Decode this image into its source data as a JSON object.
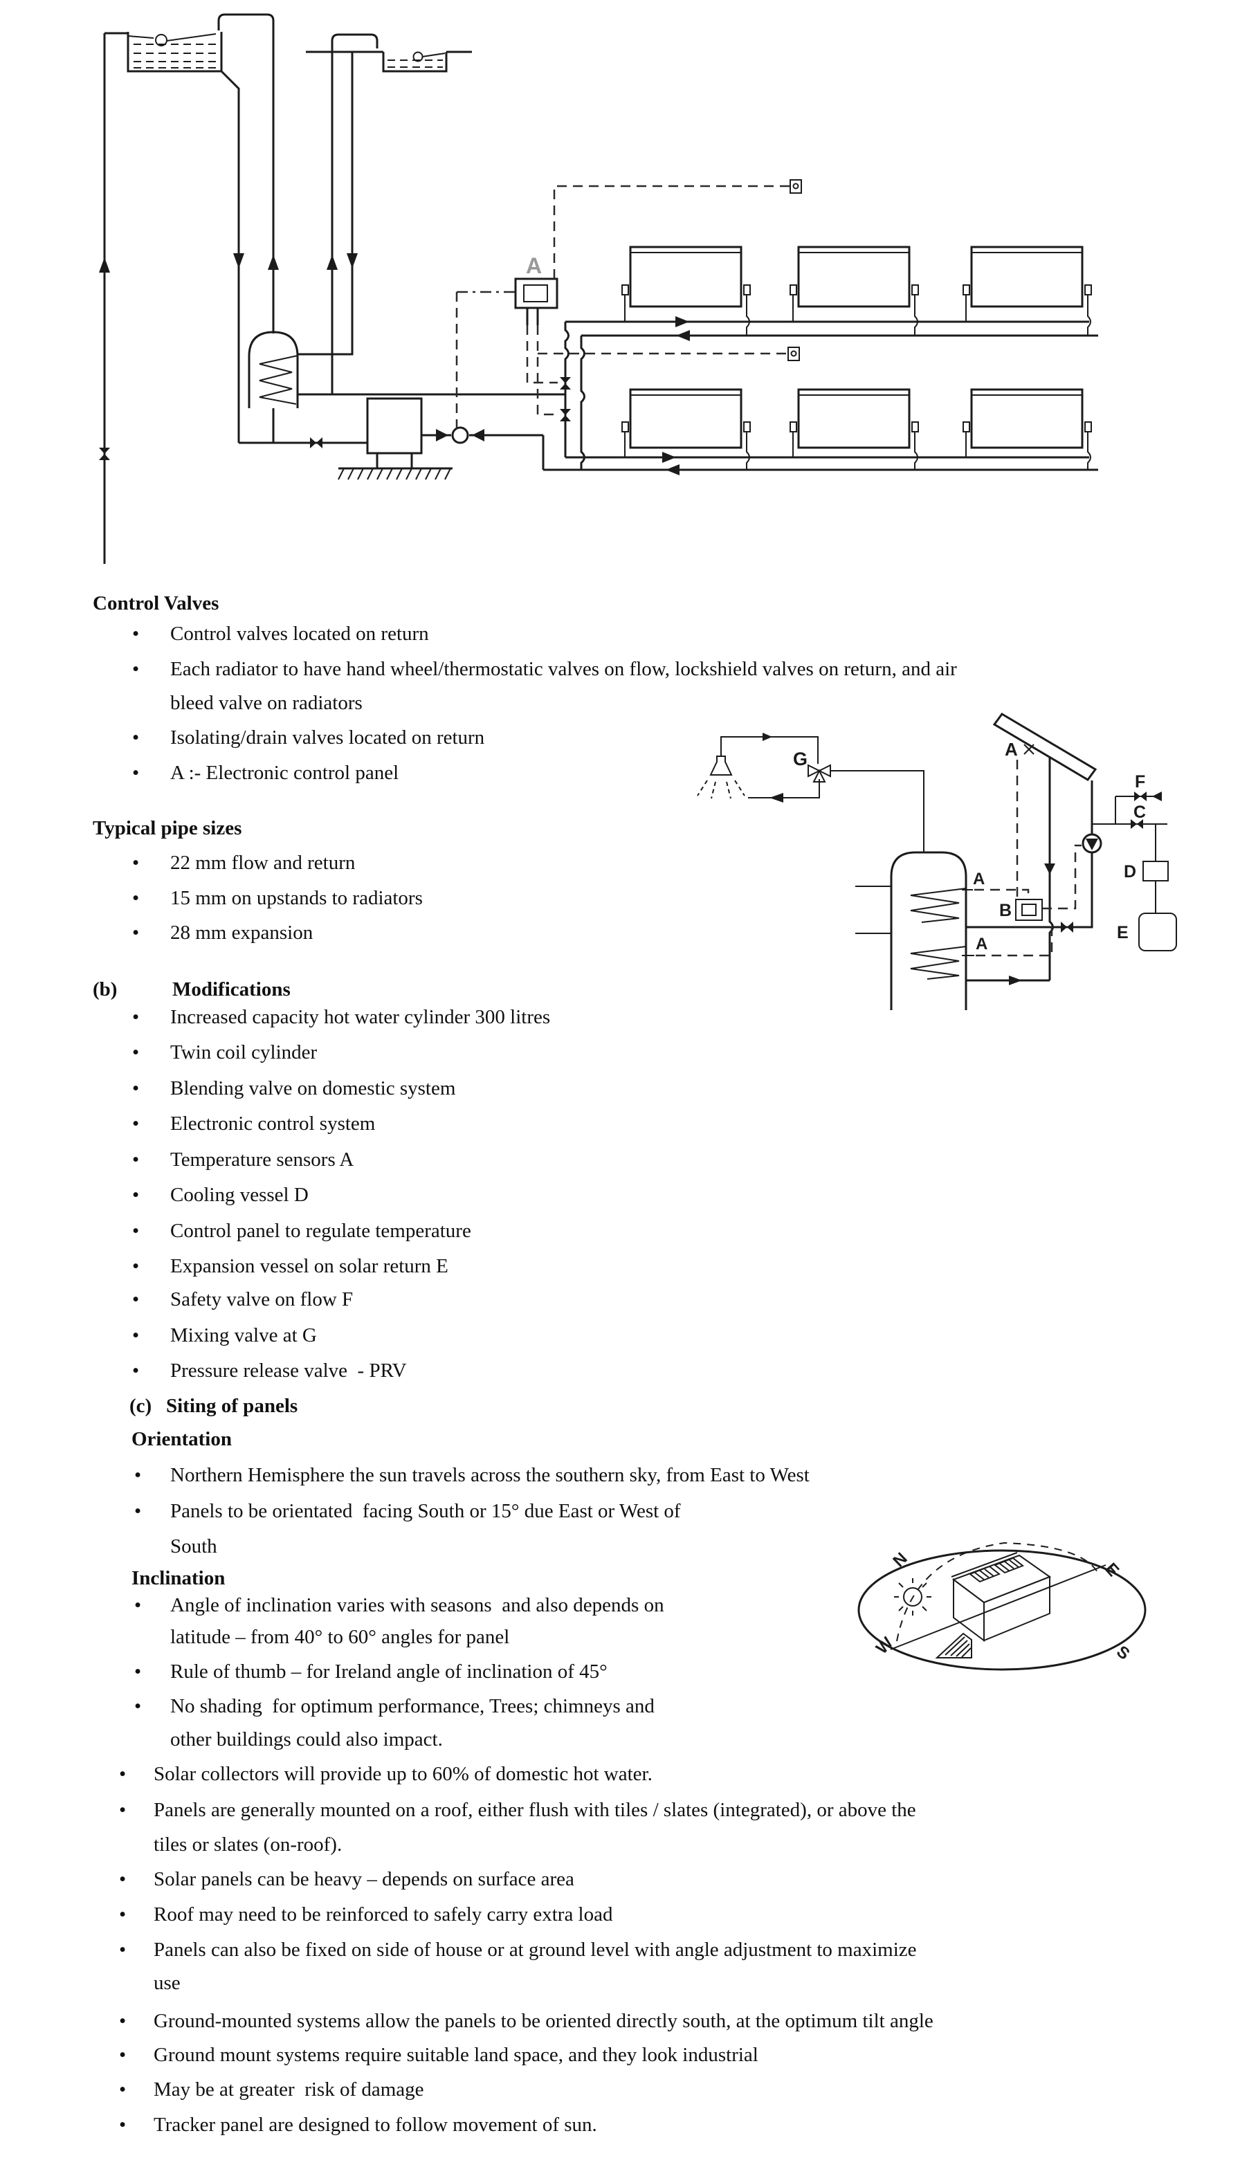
{
  "bullet_char": "•",
  "content": {
    "control_valves": {
      "heading": "Control Valves",
      "items": [
        [
          "Control valves located on return"
        ],
        [
          "Each radiator to have hand wheel/thermostatic valves on flow, lockshield valves on return, and air",
          "bleed valve on radiators"
        ],
        [
          "Isolating/drain valves located on return"
        ],
        [
          "A :- Electronic control panel"
        ]
      ]
    },
    "typical_pipe_sizes": {
      "heading": "Typical pipe sizes",
      "items": [
        [
          "22 mm flow and return"
        ],
        [
          "15 mm on upstands to radiators"
        ],
        [
          "28 mm expansion"
        ]
      ]
    },
    "modifications": {
      "label": "(b)",
      "heading": "Modifications",
      "items": [
        [
          "Increased capacity hot water cylinder 300 litres"
        ],
        [
          "Twin coil cylinder"
        ],
        [
          "Blending valve on domestic system"
        ],
        [
          "Electronic control system"
        ],
        [
          "Temperature sensors A"
        ],
        [
          "Cooling vessel D"
        ],
        [
          "Control panel to regulate temperature"
        ],
        [
          "Expansion vessel on solar return E"
        ],
        [
          "Safety valve on flow F"
        ],
        [
          "Mixing valve at G"
        ],
        [
          "Pressure release valve  - PRV"
        ]
      ]
    },
    "siting": {
      "label": "(c)",
      "heading": "Siting of panels"
    },
    "orientation": {
      "heading": "Orientation",
      "items": [
        [
          "Northern Hemisphere the sun travels across the southern sky, from East to West"
        ],
        [
          "Panels to be orientated  facing South or 15° due East or West of",
          "South"
        ]
      ]
    },
    "inclination": {
      "heading": "Inclination",
      "items": [
        [
          "Angle of inclination varies with seasons  and also depends on",
          "latitude – from 40° to 60° angles for panel"
        ],
        [
          "Rule of thumb – for Ireland angle of inclination of 45°"
        ],
        [
          "No shading  for optimum performance, Trees; chimneys and",
          "other buildings could also impact."
        ],
        [
          "Solar collectors will provide up to 60% of domestic hot water."
        ],
        [
          "Panels are generally mounted on a roof, either flush with tiles / slates (integrated), or above the",
          "tiles or slates (on-roof)."
        ],
        [
          "Solar panels can be heavy – depends on surface area"
        ],
        [
          "Roof may need to be reinforced to safely carry extra load"
        ],
        [
          "Panels can also be fixed on side of house or at ground level with angle adjustment to maximize",
          "use"
        ],
        [
          "Ground-mounted systems allow the panels to be oriented directly south, at the optimum tilt angle"
        ],
        [
          "Ground mount systems require suitable land space, and they look industrial"
        ],
        [
          "May be at greater  risk of damage"
        ],
        [
          "Tracker panel are designed to follow movement of sun."
        ]
      ]
    }
  },
  "figures": {
    "heating": {
      "panel_label": "A"
    },
    "solar": {
      "collector_sensor": "A",
      "cylinder_sensor_upper": "A",
      "cylinder_sensor_lower": "A",
      "control_box": "B",
      "valve_c": "C",
      "vessel_d": "D",
      "vessel_e": "E",
      "valve_f": "F",
      "mixing_valve": "G"
    },
    "site": {
      "north": "N",
      "east": "E",
      "south": "S",
      "west": "W"
    }
  }
}
